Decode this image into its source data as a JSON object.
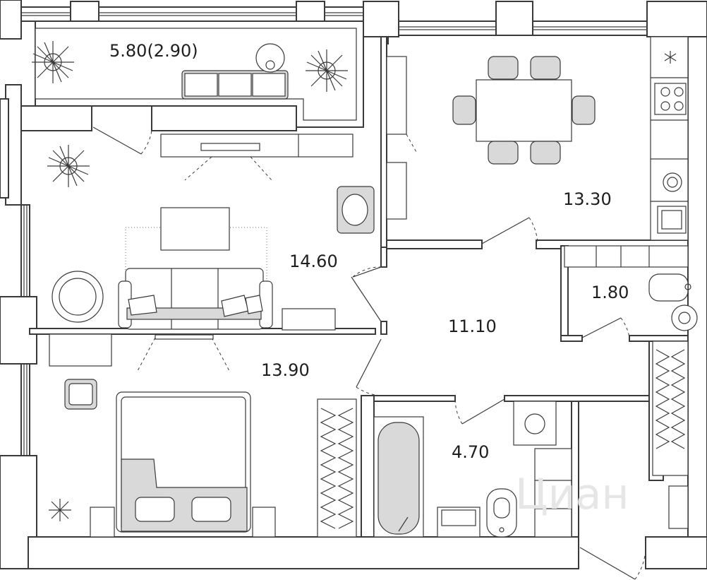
{
  "rooms": {
    "balcony": {
      "area": "5.80(2.90)"
    },
    "living": {
      "area": "14.60"
    },
    "kitchen": {
      "area": "13.30"
    },
    "toilet": {
      "area": "1.80"
    },
    "hall": {
      "area": "11.10"
    },
    "bedroom": {
      "area": "13.90"
    },
    "bathroom": {
      "area": "4.70"
    }
  },
  "watermark": {
    "text": "Циан"
  },
  "colors": {
    "wall": "#3a3a3a",
    "furniture_fill": "#d9d9d9",
    "background": "#ffffff"
  },
  "icons": [
    "plant-icon",
    "armchair-icon",
    "sofa-icon",
    "bed-icon",
    "dining-table-icon",
    "stove-icon",
    "sink-icon",
    "bathtub-icon",
    "toilet-icon",
    "washing-machine-icon",
    "radiator-icon",
    "door-icon",
    "window-icon"
  ]
}
